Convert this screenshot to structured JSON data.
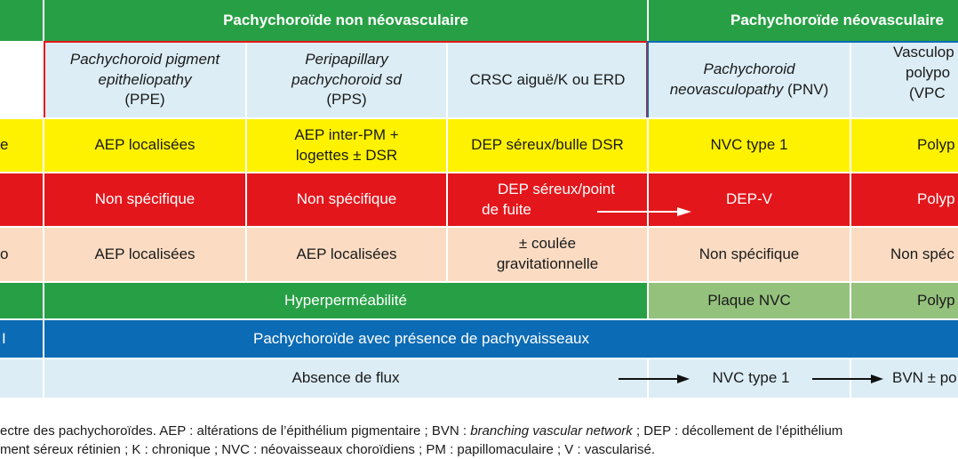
{
  "header": {
    "non_neovascular": "Pachychoroïde non néovasculaire",
    "neovascular": "Pachychoroïde néovasculaire"
  },
  "columns": {
    "ppe": [
      "Pachychoroid pigment",
      "epitheliopathy",
      "(PPE)"
    ],
    "pps": [
      "Peripapillary",
      "pachychoroid sd",
      "(PPS)"
    ],
    "crsc": "CRSC aiguë/K ou ERD",
    "pnv": [
      "Pachychoroid",
      "neovasculopathy",
      "(PNV)"
    ],
    "vpc": [
      "Vasculop",
      "polypo",
      "(VPC"
    ]
  },
  "rows": {
    "yellow": {
      "label": "e",
      "ppe": "AEP localisées",
      "pps": [
        "AEP inter-PM +",
        "logettes ± DSR"
      ],
      "crsc": "DEP séreux/bulle DSR",
      "pnv": "NVC type 1",
      "vpc": "Polyp"
    },
    "red": {
      "ppe": "Non spécifique",
      "pps": "Non spécifique",
      "crsc": [
        "DEP séreux/point",
        "de fuite"
      ],
      "pnv": "DEP-V",
      "vpc": "Polyp"
    },
    "peach": {
      "label": "o",
      "ppe": "AEP localisées",
      "pps": "AEP localisées",
      "crsc": [
        "± coulée",
        "gravitationnelle"
      ],
      "pnv": "Non spécifique",
      "vpc": "Non spéc"
    },
    "green": {
      "hyper": "Hyperperméabilité",
      "pnv": "Plaque NVC",
      "vpc": "Polyp"
    },
    "blue": {
      "label": "I",
      "span": "Pachychoroïde avec présence de pachyvaisseaux"
    },
    "light": {
      "span": "Absence de flux",
      "pnv": "NVC type 1",
      "vpc": "BVN ± po"
    }
  },
  "caption": {
    "line1_a": "ectre des pachychoroïdes. AEP : altérations de l’épithélium pigmentaire ; BVN : ",
    "line1_italic": "branching vascular network",
    "line1_b": " ; DEP : décollement de l’épithélium",
    "line2": "ment séreux rétinien ; K : chronique ; NVC : néovaisseaux choroïdiens ; PM : papillomaculaire ; V : vascularisé."
  },
  "colors": {
    "green": "#27a045",
    "light_blue": "#dcedf6",
    "yellow": "#fff200",
    "red": "#e3161b",
    "peach": "#fbdcc3",
    "sage": "#94c27d",
    "blue": "#0c6bb5",
    "highlight_red_border": "#e3161b",
    "highlight_blue_border": "#0c6bb5"
  }
}
